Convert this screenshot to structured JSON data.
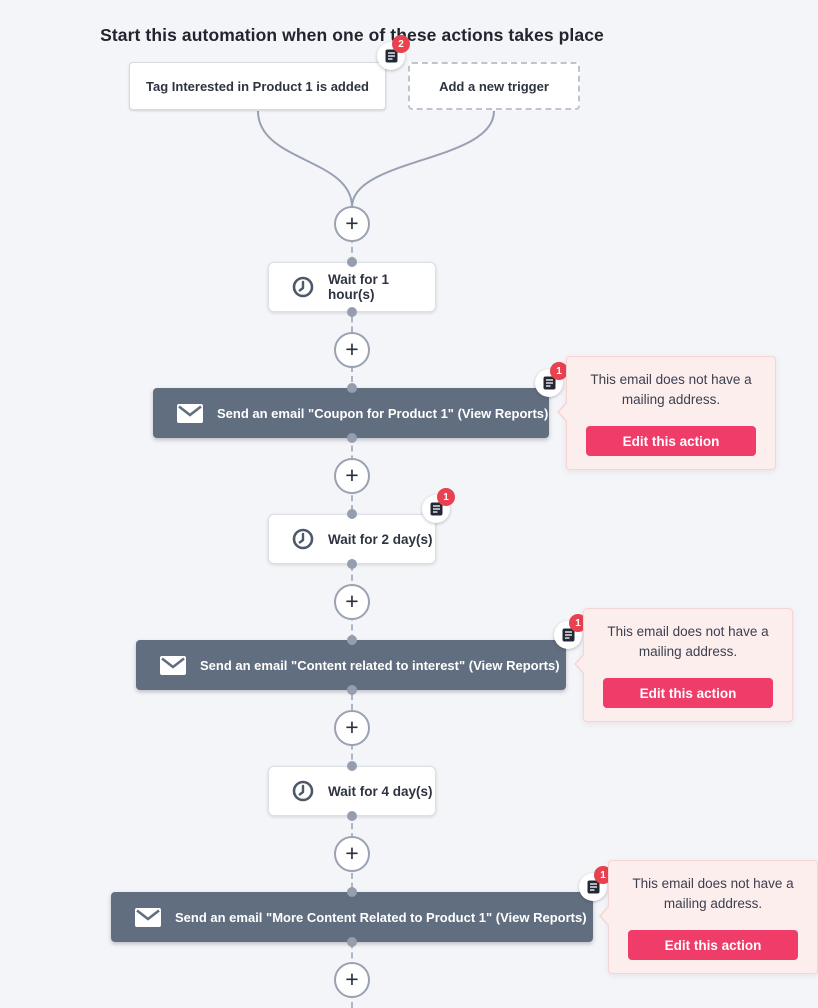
{
  "header": {
    "title": "Start this automation when one of these actions takes place"
  },
  "triggers": {
    "primary": {
      "label": "Tag Interested in Product 1 is added",
      "note_count": "2"
    },
    "add_new_label": "Add a new trigger"
  },
  "flow": {
    "wait_1": {
      "label": "Wait for 1 hour(s)"
    },
    "email_1": {
      "label": "Send an email \"Coupon for Product 1\" (View Reports)",
      "note_count": "1"
    },
    "wait_2": {
      "label": "Wait for 2 day(s)",
      "note_count": "1"
    },
    "email_2": {
      "label": "Send an email \"Content related to interest\" (View Reports)",
      "note_count": "1"
    },
    "wait_3": {
      "label": "Wait for 4 day(s)"
    },
    "email_3": {
      "label": "Send an email \"More Content Related to Product 1\" (View Reports)",
      "note_count": "1"
    }
  },
  "error_tooltip": {
    "message": "This email does not have a mailing address.",
    "button_label": "Edit this action"
  },
  "icons": {
    "plus_glyph": "+"
  },
  "colors": {
    "canvas_bg": "#f4f5f8",
    "action_node": "#616e7f",
    "accent_pink": "#ef3c68",
    "badge_red": "#e84150",
    "tooltip_bg": "#fdeeee"
  }
}
